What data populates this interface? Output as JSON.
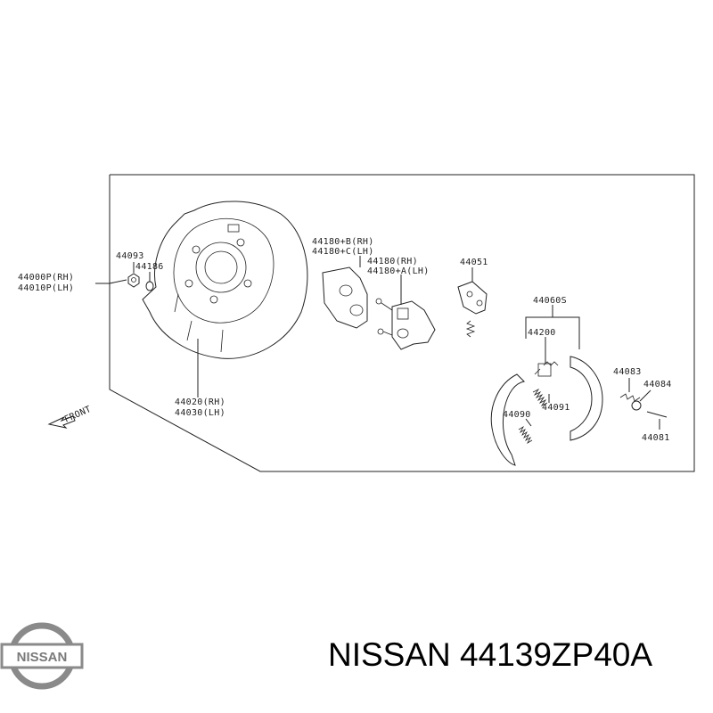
{
  "diagram": {
    "labels": {
      "l44000p": "44000P(RH)",
      "l44010p": "44010P(LH)",
      "l44093": "44093",
      "l44186": "44186",
      "l44020": "44020(RH)",
      "l44030": "44030(LH)",
      "front": "FRONT",
      "l44180b": "44180+B(RH)",
      "l44180c": "44180+C(LH)",
      "l44180": "44180(RH)",
      "l44180a": "44180+A(LH)",
      "l44051": "44051",
      "l44060s": "44060S",
      "l44200": "44200",
      "l44083": "44083",
      "l44084": "44084",
      "l44091": "44091",
      "l44090": "44090",
      "l44081": "44081"
    }
  },
  "footer": {
    "logo_text": "NISSAN",
    "title": "NISSAN 44139ZP40A"
  },
  "colors": {
    "ink": "#222222",
    "logo_grey": "#888888",
    "text": "#000000"
  }
}
